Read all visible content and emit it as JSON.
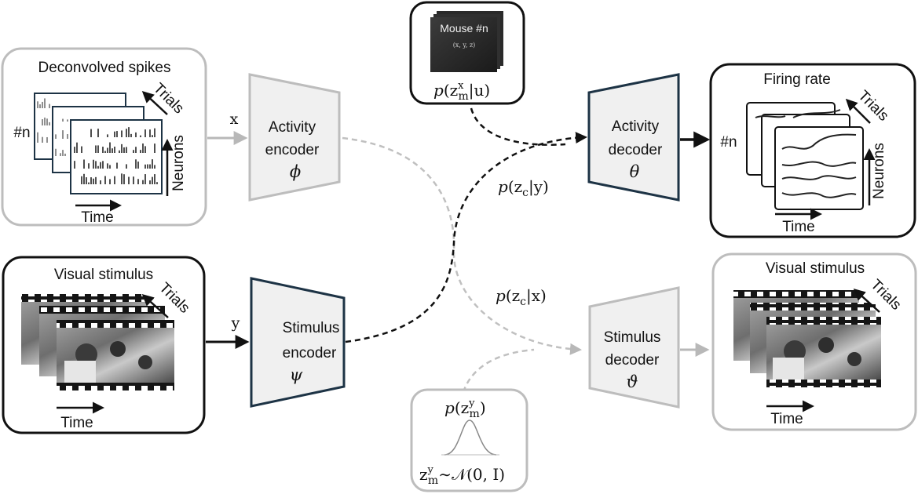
{
  "panels": {
    "spikes": {
      "title": "Deconvolved spikes",
      "trials": "Trials",
      "neurons": "Neurons",
      "time": "Time",
      "count": "#n"
    },
    "stim_in": {
      "title": "Visual stimulus",
      "trials": "Trials",
      "time": "Time"
    },
    "mouse": {
      "label": "Mouse #n",
      "coord": "(x, y, z)"
    },
    "firing": {
      "title": "Firing rate",
      "trials": "Trials",
      "neurons": "Neurons",
      "time": "Time",
      "count": "#n"
    },
    "stim_out": {
      "title": "Visual stimulus",
      "trials": "Trials",
      "time": "Time"
    }
  },
  "modules": {
    "activity_encoder": {
      "line1": "Activity",
      "line2": "encoder",
      "symbol": "ϕ"
    },
    "stimulus_encoder": {
      "line1": "Stimulus",
      "line2": "encoder",
      "symbol": "ψ"
    },
    "activity_decoder": {
      "line1": "Activity",
      "line2": "decoder",
      "symbol": "θ"
    },
    "stimulus_decoder": {
      "line1": "Stimulus",
      "line2": "decoder",
      "symbol": "ϑ"
    }
  },
  "variables": {
    "x": "x",
    "y": "y"
  },
  "distributions": {
    "p": "p",
    "z": "z",
    "zc_given_y": {
      "sub": "c",
      "cond": "|y)"
    },
    "zc_given_x": {
      "sub": "c",
      "cond": "|x)"
    },
    "zmx_given_u": {
      "sup": "x",
      "sub": "m",
      "cond": "|u)"
    },
    "zmy": {
      "sup": "y",
      "sub": "m"
    },
    "prior": {
      "sup": "y",
      "sub": "m",
      "rhs": "∼𝒩(0, I)"
    }
  },
  "colors": {
    "dark": "#111111",
    "gray": "#b8b8b8",
    "module_fill": "#f0f0f0",
    "module_dark_stroke": "#1d3345",
    "module_light_stroke": "#bdbdbd"
  }
}
